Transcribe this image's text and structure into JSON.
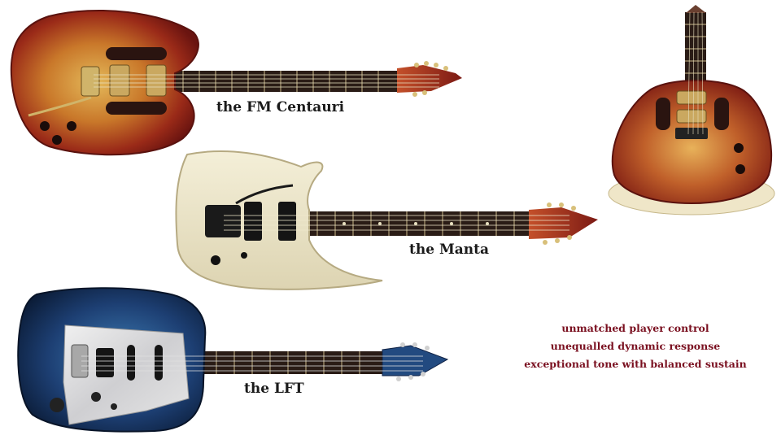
{
  "guitars": {
    "fm_centauri": {
      "name": "the FM Centauri",
      "finish_color": "#b04a1c"
    },
    "manta": {
      "name": "the Manta",
      "finish_color": "#ece6cc"
    },
    "lft": {
      "name": "the LFT",
      "finish_color": "#1d3f73"
    },
    "centauri_front": {
      "finish_color": "#a8321c"
    }
  },
  "taglines": [
    "unmatched player control",
    "unequalled dynamic response",
    "exceptional tone with balanced sustain"
  ],
  "colors": {
    "tagline": "#7a1020",
    "label": "#1a1a1a",
    "background": "#ffffff"
  }
}
